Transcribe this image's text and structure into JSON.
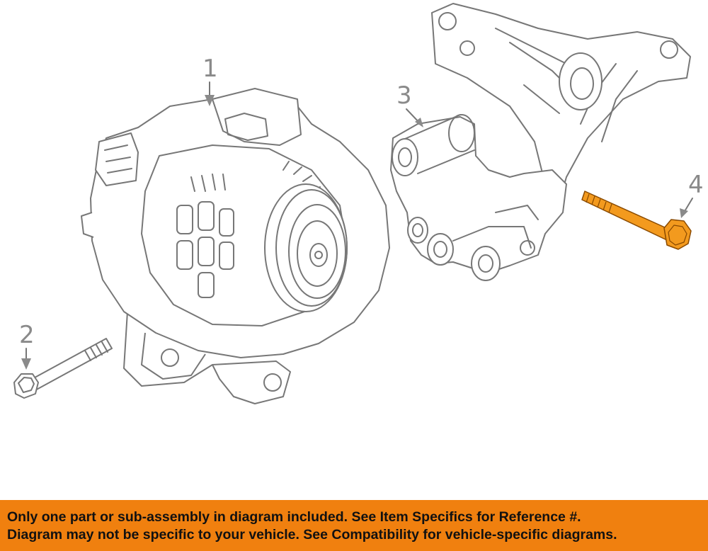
{
  "callouts": [
    {
      "number": "1",
      "part": "alternator"
    },
    {
      "number": "2",
      "part": "alternator-bolt"
    },
    {
      "number": "3",
      "part": "mounting-bracket"
    },
    {
      "number": "4",
      "part": "bracket-bolt"
    }
  ],
  "colors": {
    "banner_background": "#f0800f",
    "highlighted_part": "#f39a1e",
    "line_art": "#777777"
  },
  "notice": {
    "line1": "Only one part or sub-assembly in diagram included. See Item Specifics for Reference #.",
    "line2": "Diagram may not be specific to your vehicle. See Compatibility for vehicle-specific diagrams."
  }
}
